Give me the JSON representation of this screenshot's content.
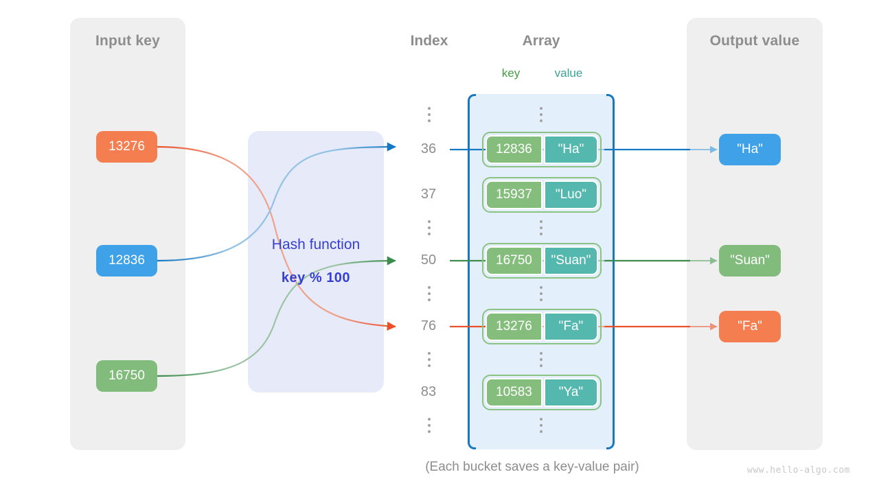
{
  "panels": {
    "input": {
      "title": "Input key"
    },
    "output": {
      "title": "Output value"
    }
  },
  "headings": {
    "index": "Index",
    "array": "Array",
    "key": "key",
    "value": "value"
  },
  "hash_function": {
    "name": "Hash function",
    "expression": "key % 100"
  },
  "input_keys": [
    {
      "label": "13276",
      "color": "#f47e4f"
    },
    {
      "label": "12836",
      "color": "#3fa2e8"
    },
    {
      "label": "16750",
      "color": "#82bc7c"
    }
  ],
  "output_values": [
    {
      "label": "\"Ha\"",
      "color": "#3fa2e8"
    },
    {
      "label": "\"Suan\"",
      "color": "#82bc7c"
    },
    {
      "label": "\"Fa\"",
      "color": "#f47e4f"
    }
  ],
  "index_column": [
    "⋮",
    "36",
    "37",
    "⋮",
    "50",
    "⋮",
    "76",
    "⋮",
    "83",
    "⋮"
  ],
  "buckets": [
    {
      "index": "36",
      "key": "12836",
      "value": "\"Ha\""
    },
    {
      "index": "37",
      "key": "15937",
      "value": "\"Luo\""
    },
    {
      "index": "50",
      "key": "16750",
      "value": "\"Suan\""
    },
    {
      "index": "76",
      "key": "13276",
      "value": "\"Fa\""
    },
    {
      "index": "83",
      "key": "10583",
      "value": "\"Ya\""
    }
  ],
  "mappings": [
    {
      "key": "13276",
      "index": "76",
      "value": "\"Fa\"",
      "color": "#e8512a"
    },
    {
      "key": "12836",
      "index": "36",
      "value": "\"Ha\"",
      "color": "#1578c2"
    },
    {
      "key": "16750",
      "index": "50",
      "value": "\"Suan\"",
      "color": "#3b8c4d"
    }
  ],
  "caption": "(Each bucket saves a key-value pair)",
  "watermark": "www.hello-algo.com",
  "colors": {
    "panel_bg": "#efefef",
    "hash_bg": "#e6eaf9",
    "hash_text": "#3640d0",
    "array_bg": "#e3effa",
    "bracket": "#1578c2",
    "bucket_border": "#8cc184",
    "cell_key": "#85bd7c",
    "cell_value": "#55b8ae",
    "muted_text": "#8d8d8d"
  }
}
